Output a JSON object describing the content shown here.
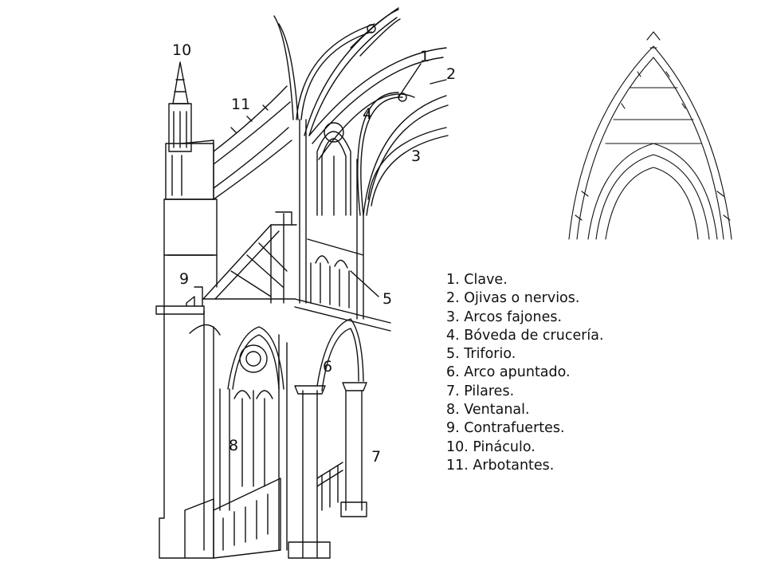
{
  "callouts": {
    "c1": "1",
    "c2": "2",
    "c3": "3",
    "c4": "4",
    "c5": "5",
    "c6": "6",
    "c7": "7",
    "c8": "8",
    "c9": "9",
    "c10": "10",
    "c11": "11"
  },
  "legend": [
    "1. Clave.",
    "2. Ojivas o nervios.",
    "3. Arcos fajones.",
    "4. Bóveda de crucería.",
    "5. Triforio.",
    "6. Arco apuntado.",
    "7. Pilares.",
    "8. Ventanal.",
    "9. Contrafuertes.",
    "10. Pináculo.",
    "11. Arbotantes."
  ],
  "colors": {
    "ink": "#111111",
    "background": "#ffffff"
  }
}
